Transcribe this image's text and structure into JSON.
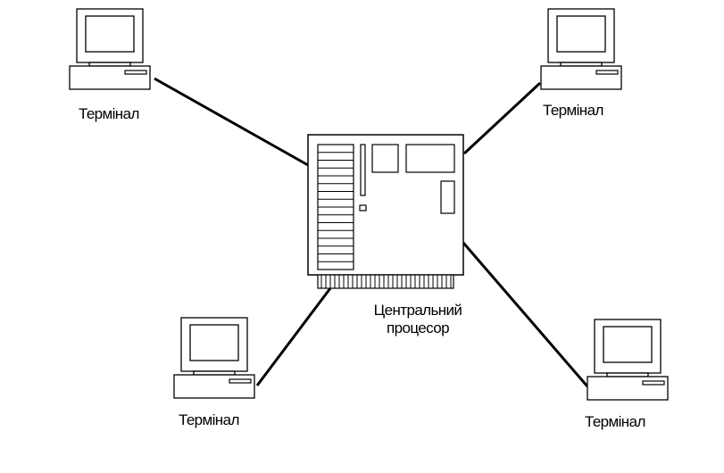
{
  "terminals": {
    "top_left": {
      "label": "Термінал",
      "icon": "computer-icon"
    },
    "top_right": {
      "label": "Термінал",
      "icon": "computer-icon"
    },
    "bottom_left": {
      "label": "Термінал",
      "icon": "computer-icon"
    },
    "bottom_right": {
      "label": "Термінал",
      "icon": "computer-icon"
    }
  },
  "central_processor": {
    "label_line1": "Центральний",
    "label_line2": "процесор",
    "icon": "server-icon"
  },
  "colors": {
    "stroke": "#000000",
    "background": "#ffffff"
  }
}
